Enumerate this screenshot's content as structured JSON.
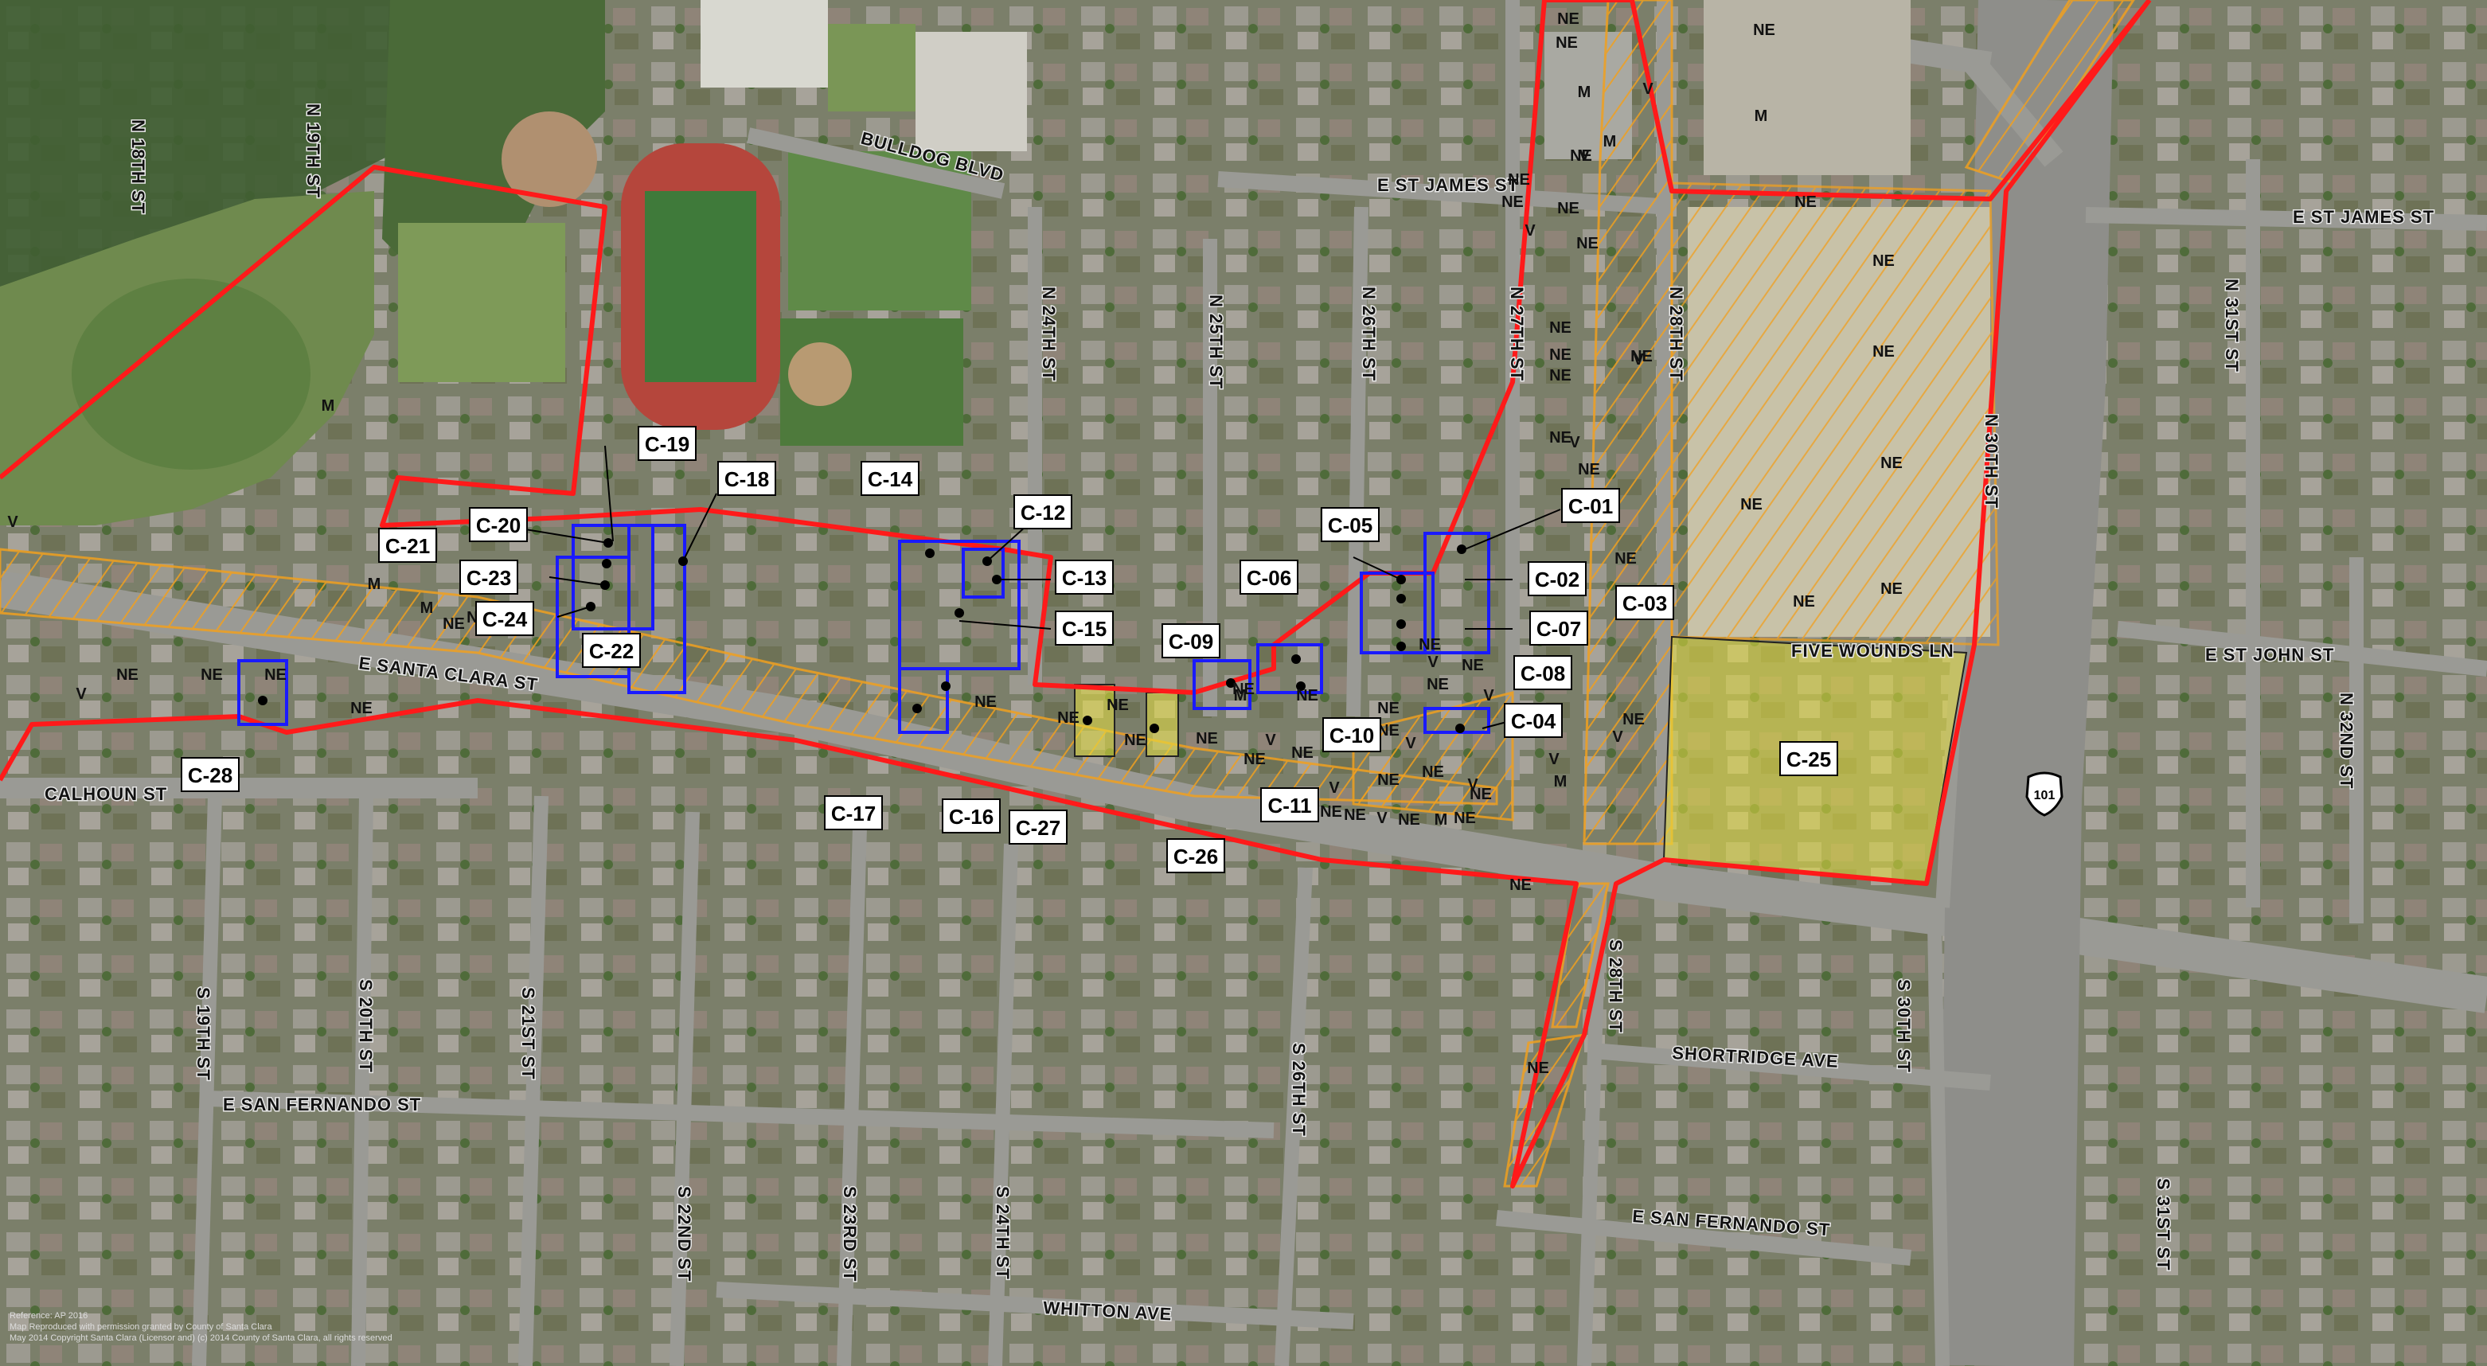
{
  "colors": {
    "boundary": "#ff1a1a",
    "parcel": "#1a1aff",
    "hatch": "#f0a020",
    "highlight": "#e8e040",
    "road": "#9a9a95",
    "highway_shield": "#ffffff"
  },
  "streets": [
    {
      "label": "N 19TH ST"
    },
    {
      "label": "N 18TH ST"
    },
    {
      "label": "BULLDOG BLVD"
    },
    {
      "label": "E ST JAMES ST"
    },
    {
      "label": "E ST JAMES ST"
    },
    {
      "label": "N 24TH ST"
    },
    {
      "label": "N 25TH ST"
    },
    {
      "label": "N 26TH ST"
    },
    {
      "label": "N 27TH ST"
    },
    {
      "label": "N 28TH ST"
    },
    {
      "label": "N 30TH ST"
    },
    {
      "label": "N 31ST ST"
    },
    {
      "label": "E ST JOHN ST"
    },
    {
      "label": "N 32ND ST"
    },
    {
      "label": "FIVE WOUNDS LN"
    },
    {
      "label": "E SANTA CLARA ST"
    },
    {
      "label": "CALHOUN ST"
    },
    {
      "label": "S 19TH ST"
    },
    {
      "label": "S 20TH ST"
    },
    {
      "label": "S 21ST ST"
    },
    {
      "label": "S 22ND ST"
    },
    {
      "label": "S 23RD ST"
    },
    {
      "label": "S 24TH ST"
    },
    {
      "label": "S 26TH ST"
    },
    {
      "label": "S 28TH ST"
    },
    {
      "label": "S 30TH ST"
    },
    {
      "label": "S 31ST ST"
    },
    {
      "label": "E SAN FERNANDO ST"
    },
    {
      "label": "E SAN FERNANDO ST"
    },
    {
      "label": "SHORTRIDGE AVE"
    },
    {
      "label": "WHITTON AVE"
    }
  ],
  "zones": [
    "M",
    "V",
    "NE",
    "V",
    "NE",
    "NE",
    "NE",
    "NE",
    "NE",
    "M",
    "M",
    "NE",
    "NE",
    "V",
    "M",
    "NE",
    "NE",
    "NE",
    "NE",
    "V",
    "NE",
    "NE",
    "NE",
    "NE",
    "NE",
    "NE",
    "NE",
    "NE",
    "V",
    "V",
    "NE",
    "NE",
    "M",
    "NE",
    "NE",
    "NE",
    "NE",
    "NE",
    "NE",
    "NE",
    "NE",
    "V",
    "M",
    "V",
    "NE",
    "NE",
    "V",
    "NE",
    "NE",
    "V",
    "V",
    "NE",
    "NE",
    "NE",
    "NE",
    "NE",
    "M",
    "NE",
    "NE",
    "NE",
    "V",
    "NE",
    "V",
    "NE",
    "NE",
    "NE",
    "M",
    "NE",
    "NE",
    "NE",
    "NE",
    "NE",
    "V",
    "NE",
    "M",
    "NE",
    "NE",
    "V",
    "V",
    "M",
    "V"
  ],
  "callouts": [
    {
      "label": "C-01"
    },
    {
      "label": "C-02"
    },
    {
      "label": "C-03"
    },
    {
      "label": "C-04"
    },
    {
      "label": "C-05"
    },
    {
      "label": "C-06"
    },
    {
      "label": "C-07"
    },
    {
      "label": "C-08"
    },
    {
      "label": "C-09"
    },
    {
      "label": "C-10"
    },
    {
      "label": "C-11"
    },
    {
      "label": "C-12"
    },
    {
      "label": "C-13"
    },
    {
      "label": "C-14"
    },
    {
      "label": "C-15"
    },
    {
      "label": "C-16"
    },
    {
      "label": "C-17"
    },
    {
      "label": "C-18"
    },
    {
      "label": "C-19"
    },
    {
      "label": "C-20"
    },
    {
      "label": "C-21"
    },
    {
      "label": "C-22"
    },
    {
      "label": "C-23"
    },
    {
      "label": "C-24"
    },
    {
      "label": "C-25"
    },
    {
      "label": "C-26"
    },
    {
      "label": "C-27"
    },
    {
      "label": "C-28"
    }
  ],
  "highway": {
    "label": "101"
  },
  "credit": {
    "line1": "Reference: AP 2016",
    "line2": "Map Reproduced with permission granted by County of Santa Clara",
    "line3": "May 2014 Copyright Santa Clara (Licensor and) (c) 2014 County of Santa Clara, all rights reserved"
  }
}
